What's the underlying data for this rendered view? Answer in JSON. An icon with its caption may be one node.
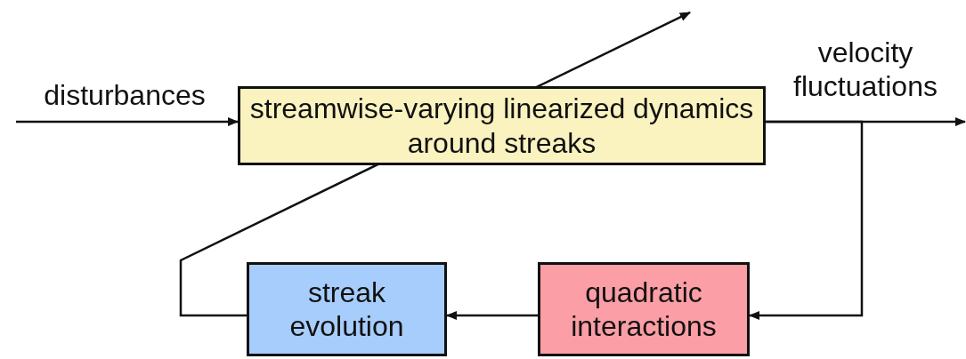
{
  "diagram": {
    "nodes": [
      {
        "text": [
          "streamwise-varying linearized dynamics around streaks"
        ]
      },
      {
        "text": [
          "quadratic interactions"
        ]
      },
      {
        "text": [
          "streak evolution"
        ]
      }
    ],
    "edges": [
      {
        "from": null,
        "to": 0,
        "arrow": "to",
        "label": "disturbances"
      },
      {
        "from": 0,
        "to": null,
        "arrow": "to",
        "label": "velocity fluctuations"
      },
      {
        "from": 0,
        "to": 1,
        "arrow": "to"
      },
      {
        "from": 1,
        "to": 2,
        "arrow": "to"
      },
      {
        "from": 2,
        "to": null,
        "arrow": "to"
      }
    ]
  }
}
